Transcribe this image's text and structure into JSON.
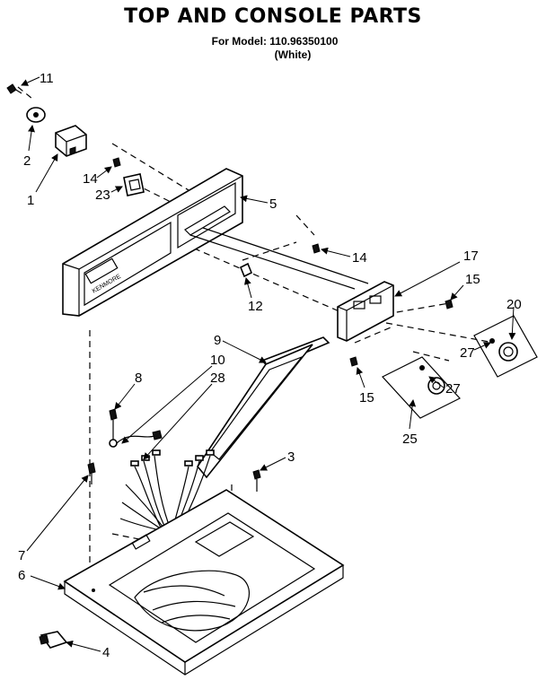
{
  "header": {
    "title": "TOP AND CONSOLE PARTS",
    "model_line": "For Model: 110.96350100",
    "color_line": "(White)"
  },
  "console": {
    "badge_text": "KENMORE"
  },
  "callouts": {
    "c1": "1",
    "c2": "2",
    "c3": "3",
    "c4": "4",
    "c5": "5",
    "c6": "6",
    "c7": "7",
    "c8": "8",
    "c9": "9",
    "c10": "10",
    "c11": "11",
    "c12": "12",
    "c14a": "14",
    "c14b": "14",
    "c15a": "15",
    "c15b": "15",
    "c17": "17",
    "c20": "20",
    "c23": "23",
    "c25": "25",
    "c27a": "27",
    "c27b": "27",
    "c28": "28"
  }
}
